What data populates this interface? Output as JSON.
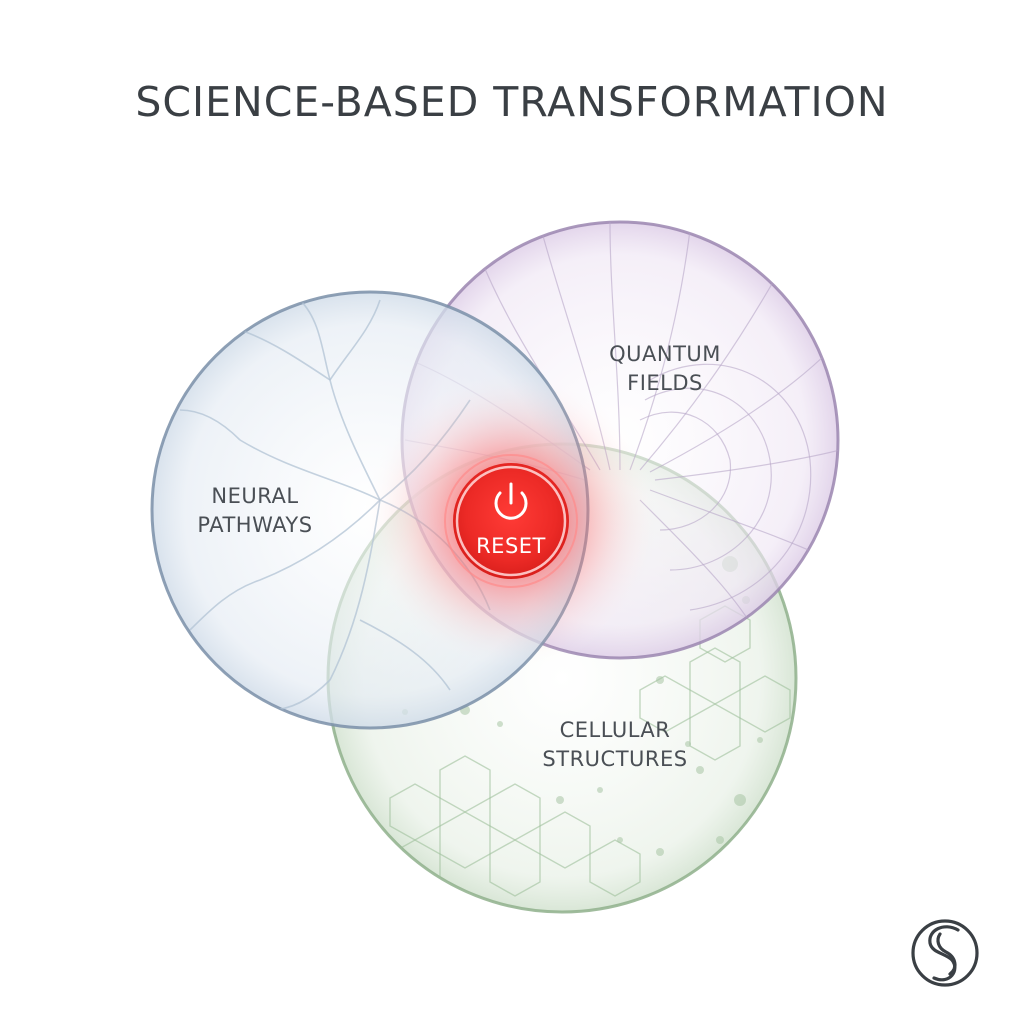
{
  "title": "SCIENCE-BASED TRANSFORMATION",
  "circles": {
    "neural": {
      "line1": "NEURAL",
      "line2": "PATHWAYS",
      "color": "#7a8fa8"
    },
    "quantum": {
      "line1": "QUANTUM",
      "line2": "FIELDS",
      "color": "#9b86b0"
    },
    "cellular": {
      "line1": "CELLULAR",
      "line2": "STRUCTURES",
      "color": "#8fb08c"
    }
  },
  "center": {
    "label": "RESET",
    "color": "#e8322e",
    "icon": "power-icon"
  },
  "logo": {
    "icon": "s-circle-logo-icon",
    "color": "#3a3f44"
  }
}
